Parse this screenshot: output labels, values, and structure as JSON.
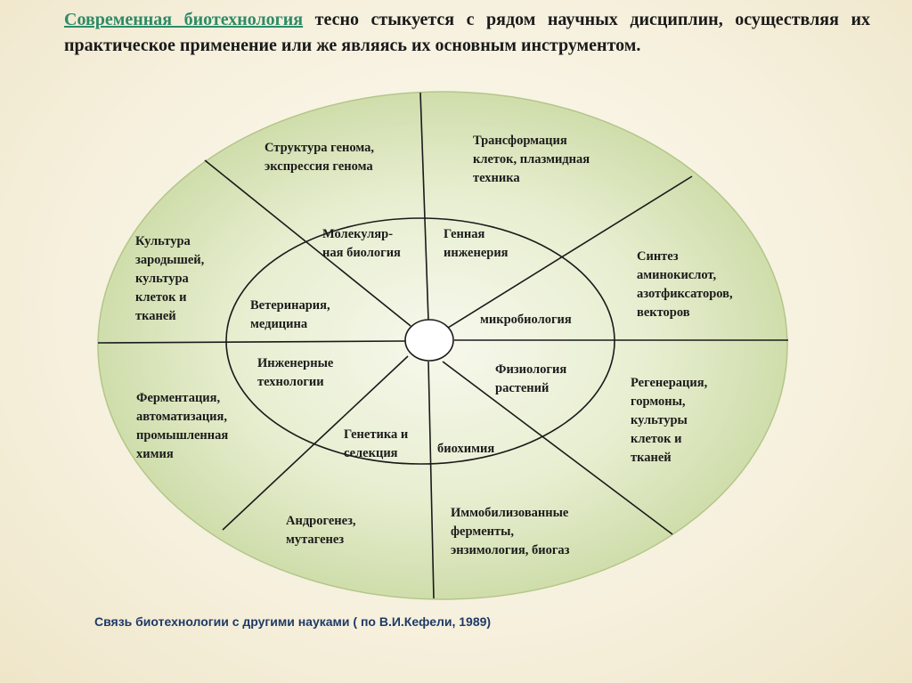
{
  "heading": {
    "highlight": "Современная биотехнология",
    "rest": " тесно стыкуется с рядом научных дисциплин, осуществляя их практическое применение или же являясь их основным инструментом."
  },
  "outer_ring": {
    "top_left": "Структура генома,\nэкспрессия генома",
    "top_right": "Трансформация\nклеток, плазмидная\nтехника",
    "left_upper": "Культура\nзародышей,\nкультура\nклеток и\nтканей",
    "right_upper": "Синтез\nаминокислот,\nазотфиксаторов,\nвекторов",
    "left_lower": "Ферментация,\nавтоматизация,\nпромышленная\nхимия",
    "right_lower": "Регенерация,\nгормоны,\nкультуры\nклеток и\nтканей",
    "bottom_left": "Андрогенез,\nмутагенез",
    "bottom_right": "Иммобилизованные\nферменты,\nэнзимология, биогаз"
  },
  "inner_ring": {
    "molecular": "Молекуляр-\nная биология",
    "genetic_eng": "Генная\nинженерия",
    "veterinary": "Ветеринария,\nмедицина",
    "microbiology": "микробиология",
    "engineering": "Инженерные\nтехнологии",
    "plant_phys": "Физиология\nрастений",
    "genetics": "Генетика и\nселекция",
    "biochemistry": "биохимия"
  },
  "caption": "Связь биотехнологии с другими науками ( по В.И.Кефели, 1989)",
  "colors": {
    "disk_fill": "#e3ecc9",
    "disk_edge": "#bccf93",
    "line": "#1a1a1a",
    "highlight": "#2e8b67",
    "caption": "#1f3a66"
  }
}
